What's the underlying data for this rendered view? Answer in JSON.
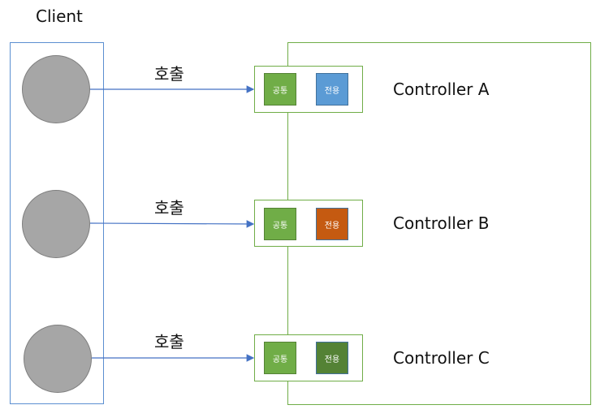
{
  "client": {
    "label": "Client"
  },
  "call_label": "호출",
  "controllers": [
    {
      "name": "Controller A",
      "common_label": "공통",
      "dedicated_label": "전용",
      "dedicated_color": "#5b9bd5"
    },
    {
      "name": "Controller B",
      "common_label": "공통",
      "dedicated_label": "전용",
      "dedicated_color": "#c55a11"
    },
    {
      "name": "Controller C",
      "common_label": "공통",
      "dedicated_label": "전용",
      "dedicated_color": "#548235"
    }
  ],
  "colors": {
    "client_border": "#5b8fd1",
    "server_border": "#70ad47",
    "arrow": "#4472c4",
    "client_node": "#a6a6a6",
    "common_chip": "#70ad47"
  }
}
